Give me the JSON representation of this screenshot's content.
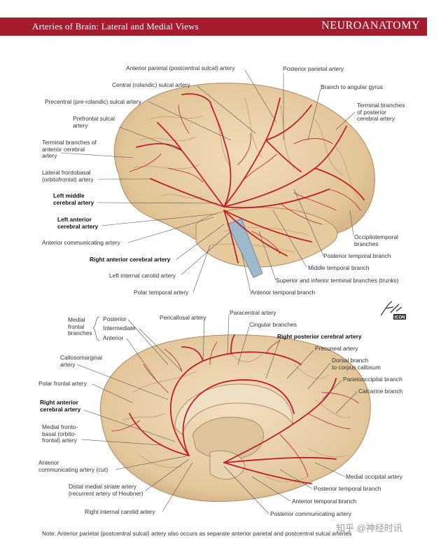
{
  "header": {
    "title": "Arteries of Brain: Lateral and Medial Views",
    "section": "NEUROANATOMY"
  },
  "lateral_labels": {
    "anterior_parietal": "Anterior parietal (postcentral sulcal) artery",
    "posterior_parietal": "Posterior parietal artery",
    "central_sulcal": "Central (rolandic) sulcal artery",
    "angular_gyrus": "Branch to angular gyrus",
    "precentral": "Precentral (pre-rolandic) sulcal artery",
    "terminal_posterior": "Terminal branches\nof posterior\ncerebral artery",
    "prefrontal": "Prefrontal sulcal\nartery",
    "terminal_anterior": "Terminal branches of\nanterior cerebral\nartery",
    "lateral_frontobasal": "Lateral frontobasal\n(orbitofrontal) artery",
    "left_middle": "Left middle\ncerebral artery",
    "left_anterior": "Left anterior\ncerebral artery",
    "occipitotemporal": "Occipitotemporal\nbranches",
    "anterior_communicating": "Anterior communicating artery",
    "posterior_temporal": "Posterior temporal branch",
    "right_anterior_cerebral": "Right anterior cerebral artery",
    "middle_temporal": "Middle temporal branch",
    "left_internal_carotid": "Left internal carotid artery",
    "superior_inferior_terminal": "Superior and inferior terminal branches (trunks)",
    "polar_temporal": "Polar temporal artery",
    "anterior_temporal": "Anterior temporal branch"
  },
  "medial_labels": {
    "medial_frontal_branches": "Medial\nfrontal\nbranches",
    "posterior": "Posterior",
    "intermediate": "Intermediate",
    "anterior": "Anterior",
    "pericallosal": "Pericallosal artery",
    "paracentral": "Paracentral artery",
    "cingular": "Cingular branches",
    "right_posterior_cerebral": "Right posterior cerebral artery",
    "callosomarginal": "Callosomarginal\nartery",
    "precuneal": "Precuneal artery",
    "dorsal_branch": "Dorsal branch\nto corpus callosum",
    "polar_frontal": "Polar frontal artery",
    "parietooccipital": "Parietooccipital branch",
    "calcarine": "Calcarine branch",
    "right_anterior_cerebral": "Right anterior\ncerebral artery",
    "medial_frontobasal": "Medial fronto-\nbasal (orbito-\nfrontal) artery",
    "anterior_communicating": "Anterior\ncommunicating artery (cut)",
    "medial_occipital": "Medial occipital artery",
    "distal_medial_striate": "Distal medial striate artery\n(recurrent artery of Heubner)",
    "posterior_temporal": "Posterior temporal branch",
    "anterior_temporal": "Anterior temporal branch",
    "right_internal_carotid": "Right internal carotid artery",
    "posterior_communicating": "Posterior communicating artery"
  },
  "note": "Note: Anterior parietal (postcentral sulcal) artery also occurs as separate anterior parietal and postcentral sulcal arteries",
  "watermark": "知乎 @神经时讯",
  "colors": {
    "header": "#a51c2e",
    "brain": "#e8cfa6",
    "brain_shadow": "#c9a97c",
    "artery": "#c0202a"
  }
}
